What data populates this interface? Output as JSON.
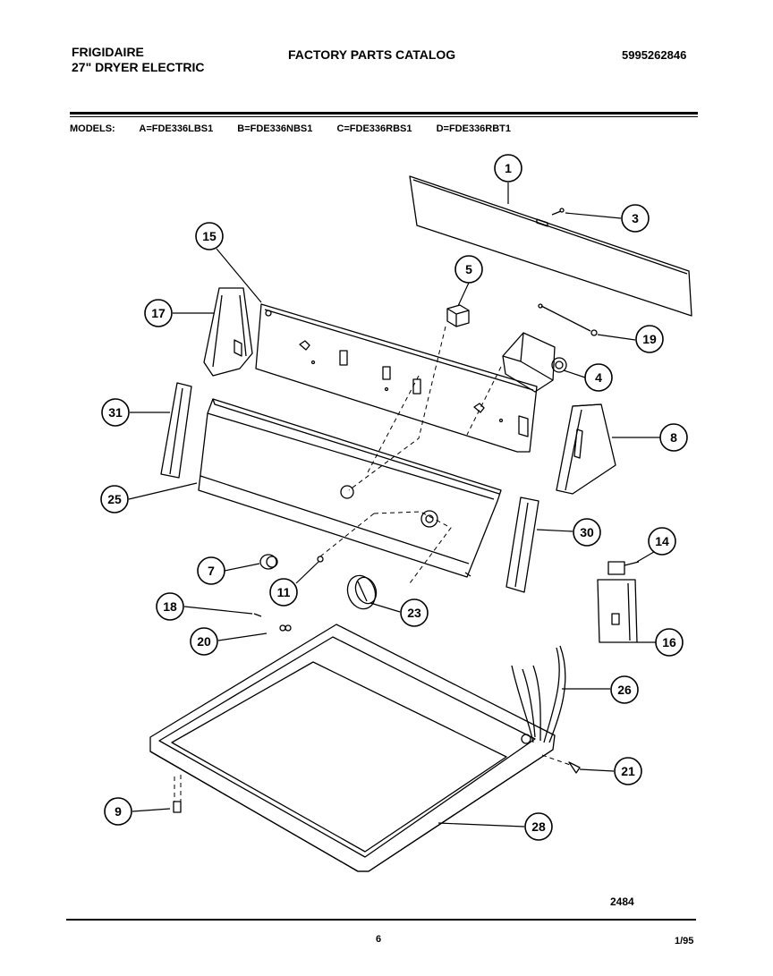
{
  "header": {
    "brand": "FRIGIDAIRE",
    "product": "27\" DRYER ELECTRIC",
    "title": "FACTORY PARTS CATALOG",
    "part_number": "5995262846"
  },
  "models": {
    "label": "MODELS:",
    "items": [
      "A=FDE336LBS1",
      "B=FDE336NBS1",
      "C=FDE336RBS1",
      "D=FDE336RBT1"
    ]
  },
  "callouts": [
    "1",
    "3",
    "15",
    "5",
    "17",
    "19",
    "4",
    "31",
    "8",
    "25",
    "30",
    "14",
    "7",
    "11",
    "23",
    "18",
    "20",
    "16",
    "26",
    "21",
    "9",
    "28"
  ],
  "footer": {
    "diagram_number": "2484",
    "page": "6",
    "date": "1/95"
  }
}
